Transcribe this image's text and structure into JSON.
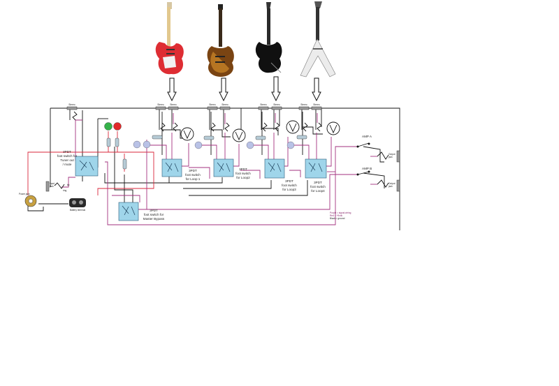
{
  "switches": {
    "tuner": [
      "3PDT",
      "foot switch for",
      "Tuner out",
      "/ mute"
    ],
    "loop1": [
      "3PDT",
      "foot switch",
      "for Loop 1"
    ],
    "loop2": [
      "3PDT",
      "foot switch",
      "for Loop2"
    ],
    "loop3": [
      "3PDT",
      "foot switch",
      "for Loop3"
    ],
    "loop4": [
      "3PDT",
      "foot switch",
      "for Loop4"
    ],
    "master": [
      "3PDT",
      "foot switch for",
      "Master Bypass"
    ]
  },
  "jack_labels": [
    "Stereo",
    "Stereo",
    "Stereo",
    "Stereo",
    "Stereo",
    "Stereo",
    "Stereo",
    "Stereo",
    "Stereo"
  ],
  "amp_a": "AMP A",
  "amp_b": "AMP B",
  "battery": "Battery terminal",
  "power_jack": "Power jack",
  "input_jack": [
    "Input",
    "jack"
  ],
  "output_a": [
    "Output",
    "jack"
  ],
  "output_b": [
    "Output",
    "jack"
  ],
  "tip": "tip",
  "ring": "ring",
  "sleeve": "sleeve",
  "legend": [
    "Purple = signal wiring",
    "Red = +9vdc",
    "Black = ground"
  ],
  "colors": {
    "signal": "#a3327f",
    "power": "#d9263a",
    "ground": "#111111",
    "switch_fill": "#9fd5ea"
  },
  "guitars": [
    "red-strat-guitar",
    "sunburst-les-paul-guitar",
    "black-superstrat-guitar",
    "white-flying-v-guitar"
  ]
}
